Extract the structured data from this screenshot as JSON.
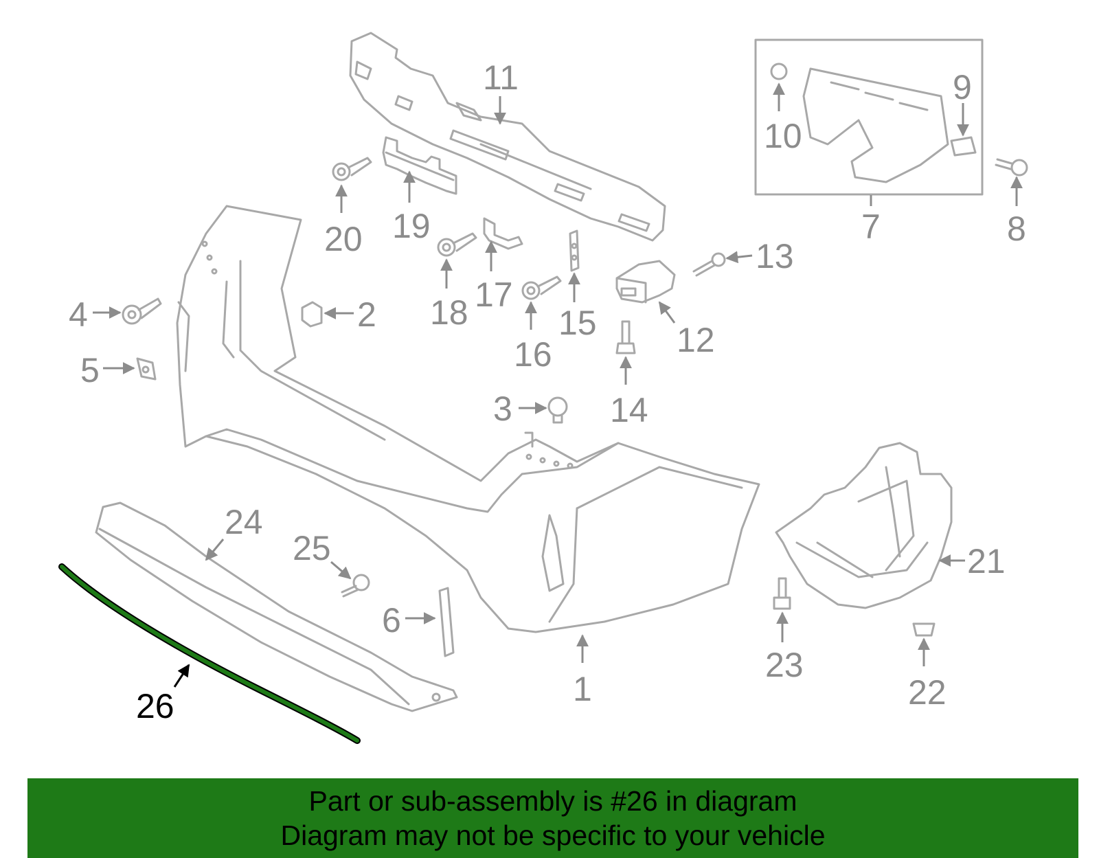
{
  "callouts": {
    "c1": "1",
    "c2": "2",
    "c3": "3",
    "c4": "4",
    "c5": "5",
    "c6": "6",
    "c7": "7",
    "c8": "8",
    "c9": "9",
    "c10": "10",
    "c11": "11",
    "c12": "12",
    "c13": "13",
    "c14": "14",
    "c15": "15",
    "c16": "16",
    "c17": "17",
    "c18": "18",
    "c19": "19",
    "c20": "20",
    "c21": "21",
    "c22": "22",
    "c23": "23",
    "c24": "24",
    "c25": "25",
    "c26": "26"
  },
  "highlight": {
    "part_number": "26",
    "color": "#1e7a17"
  },
  "banner": {
    "line1": "Part or sub-assembly is #26 in diagram",
    "line2": "Diagram may not be specific to your vehicle",
    "color": "#1e7a17"
  },
  "colors": {
    "line": "#a8a8a8",
    "label": "#8c8c8c",
    "highlight_label": "#000000"
  }
}
